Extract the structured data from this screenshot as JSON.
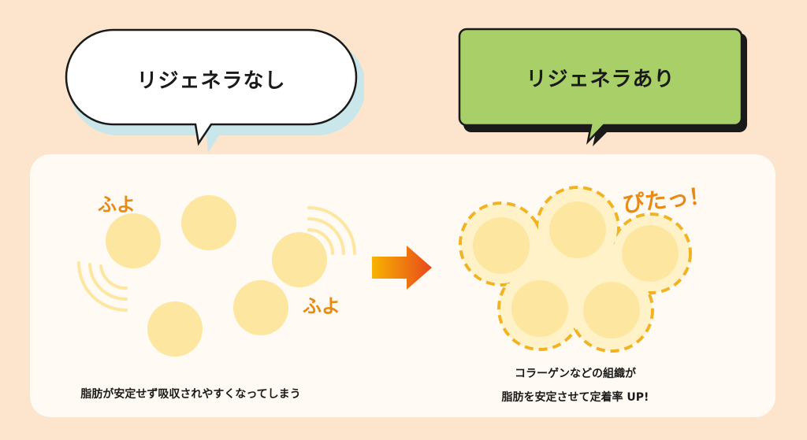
{
  "bubbles": {
    "without": {
      "label": "リジェネラなし"
    },
    "with": {
      "label": "リジェネラあり"
    }
  },
  "effects": {
    "left_top": "ふよ",
    "left_bottom": "ふよ",
    "right": "ぴたっ！"
  },
  "captions": {
    "left": "脂肪が安定せず吸収されやすくなってしまう",
    "right_line1": "コラーゲンなどの組織が",
    "right_line2": "脂肪を安定させて定着率 UP!"
  },
  "colors": {
    "background": "#fde4cc",
    "panel": "#fffaf3",
    "fat_cell": "#fde69f",
    "cluster_fill": "#fff2c8",
    "dash": "#f2b322",
    "accent_orange": "#e98a14",
    "bubble_green": "#a9d068",
    "arrow_start": "#f7b300",
    "arrow_end": "#e8481c"
  }
}
